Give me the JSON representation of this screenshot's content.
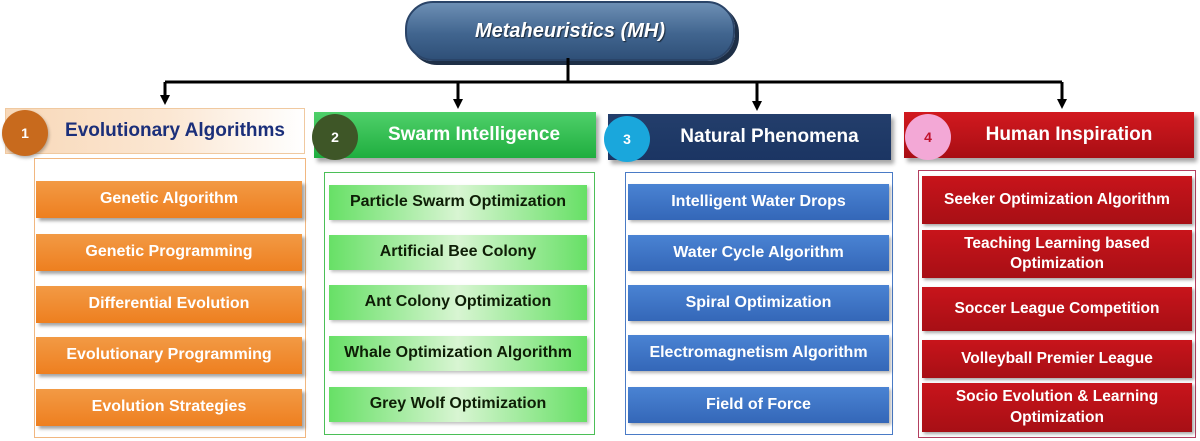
{
  "root": {
    "label": "Metaheuristics (MH)"
  },
  "categories": [
    {
      "number": "1",
      "title": "Evolutionary Algorithms",
      "items": [
        "Genetic Algorithm",
        "Genetic Programming",
        "Differential Evolution",
        "Evolutionary Programming",
        "Evolution Strategies"
      ]
    },
    {
      "number": "2",
      "title": "Swarm Intelligence",
      "items": [
        "Particle Swarm Optimization",
        "Artificial Bee Colony",
        "Ant Colony Optimization",
        "Whale Optimization Algorithm",
        "Grey Wolf Optimization"
      ]
    },
    {
      "number": "3",
      "title": "Natural Phenomena",
      "items": [
        "Intelligent Water Drops",
        "Water Cycle Algorithm",
        "Spiral Optimization",
        "Electromagnetism Algorithm",
        "Field of Force"
      ]
    },
    {
      "number": "4",
      "title": "Human Inspiration",
      "items": [
        "Seeker Optimization Algorithm",
        "Teaching Learning based Optimization",
        "Soccer League Competition",
        "Volleyball Premier League",
        "Socio Evolution & Learning Optimization"
      ]
    }
  ],
  "colors": {
    "root": "#41658f",
    "evolutionary": "#ee7f1f",
    "swarm": "#1fae3f",
    "natural": "#1b3563",
    "human": "#b7131a"
  }
}
